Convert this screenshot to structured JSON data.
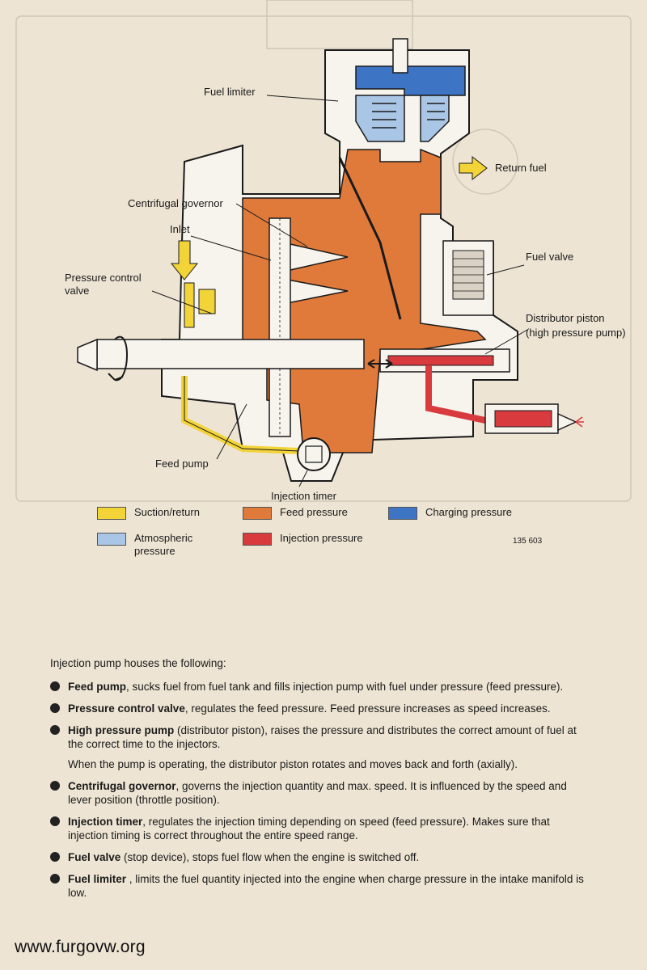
{
  "diagram": {
    "labels": {
      "fuel_limiter": "Fuel limiter",
      "return_fuel": "Return fuel",
      "centrifugal_governor": "Centrifugal governor",
      "inlet": "Inlet",
      "fuel_valve": "Fuel valve",
      "pressure_control_line1": "Pressure control",
      "pressure_control_line2": "valve",
      "distributor_piston_line1": "Distributor piston",
      "distributor_piston_line2": "(high pressure pump)",
      "feed_pump": "Feed pump",
      "injection_timer": "Injection timer"
    },
    "figure_code": "135 603",
    "colors": {
      "suction_return": "#f2d338",
      "feed_pressure": "#e07a3a",
      "charging_pressure": "#3d74c4",
      "atmospheric_pressure": "#a9c6e6",
      "injection_pressure": "#d83a3e"
    }
  },
  "legend": [
    {
      "label": "Suction/return",
      "color": "#f2d338"
    },
    {
      "label": "Feed pressure",
      "color": "#e07a3a"
    },
    {
      "label": "Charging pressure",
      "color": "#3d74c4"
    },
    {
      "label": "Atmospheric pressure",
      "color": "#a9c6e6"
    },
    {
      "label": "Injection pressure",
      "color": "#d83a3e"
    }
  ],
  "content": {
    "intro": "Injection pump houses the following:",
    "items": [
      {
        "term": "Feed pump",
        "text": ", sucks fuel from fuel tank and fills injection pump with fuel under pressure (feed pressure)."
      },
      {
        "term": "Pressure control valve",
        "text": ", regulates the feed pressure. Feed pressure increases as speed increases."
      },
      {
        "term": "High pressure pump",
        "text": " (distributor piston), raises the pressure and distributes the correct amount of fuel at the correct time to the injectors."
      },
      {
        "term": "Centrifugal governor",
        "text": ", governs the injection quantity and max. speed. It is influenced by the speed and lever position (throttle position)."
      },
      {
        "term": "Injection timer",
        "text": ", regulates the injection timing depending on speed (feed pressure). Makes sure that injection timing is correct throughout the entire speed range."
      },
      {
        "term": "Fuel valve",
        "text": " (stop device), stops fuel flow when the engine is switched off."
      },
      {
        "term": "Fuel limiter",
        "text": " , limits the fuel quantity injected into the engine when charge pressure in the intake manifold is low."
      }
    ],
    "note": "When the pump is operating, the distributor piston rotates and moves back and forth (axially)."
  },
  "footer": {
    "watermark": "www.furgovw.org"
  }
}
